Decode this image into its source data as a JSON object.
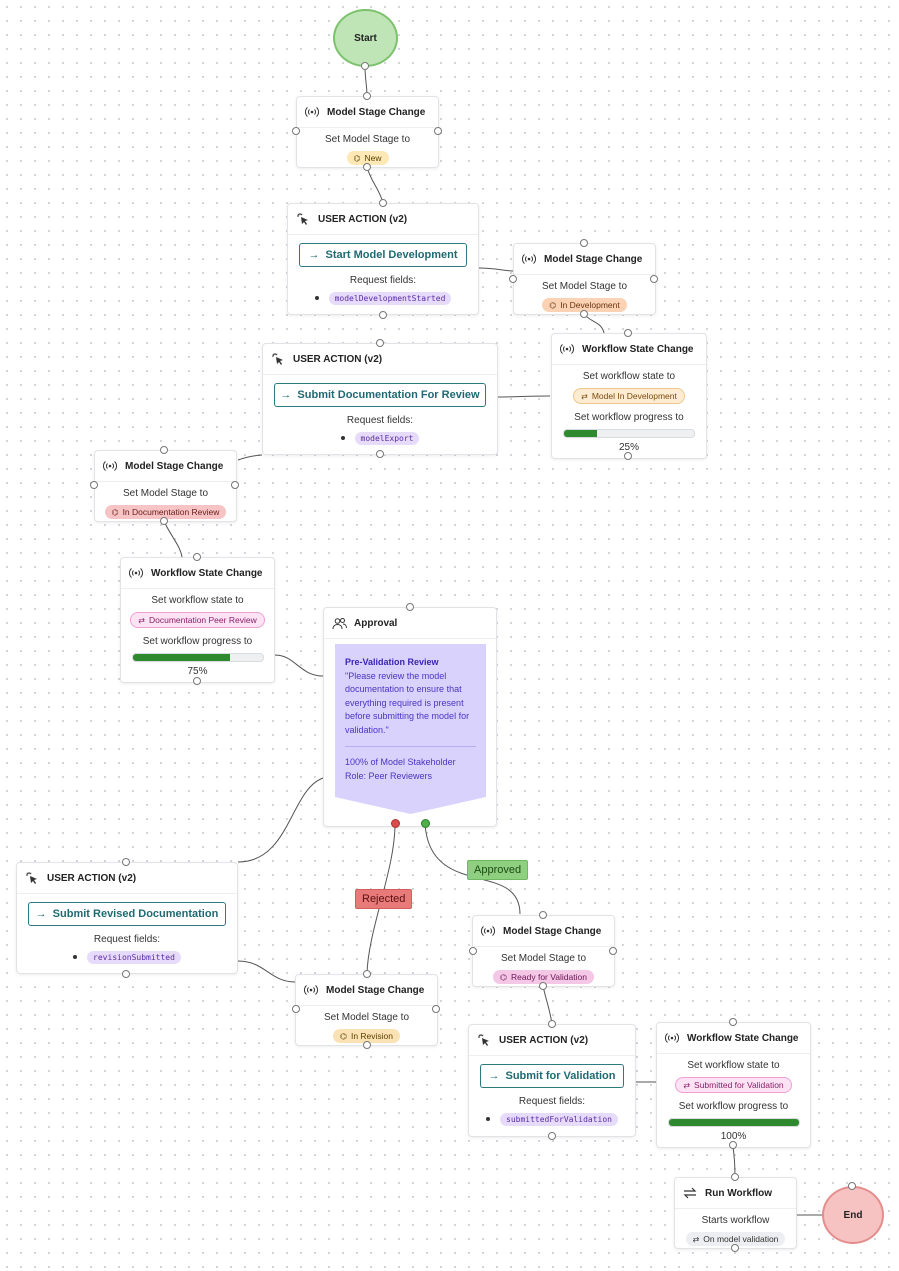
{
  "start": {
    "label": "Start"
  },
  "end": {
    "label": "End"
  },
  "msc1": {
    "title": "Model Stage Change",
    "text": "Set Model Stage to",
    "pill": "New"
  },
  "ua1": {
    "title": "USER ACTION (v2)",
    "button": "Start Model Development",
    "request_label": "Request fields:",
    "field": "modelDevelopmentStarted"
  },
  "msc2": {
    "title": "Model Stage Change",
    "text": "Set Model Stage to",
    "pill": "In Development"
  },
  "wsc1": {
    "title": "Workflow State Change",
    "state_label": "Set workflow state to",
    "state": "Model In Development",
    "progress_label": "Set workflow progress to",
    "progress": 25,
    "progress_text": "25%"
  },
  "ua2": {
    "title": "USER ACTION (v2)",
    "button": "Submit Documentation For Review",
    "request_label": "Request fields:",
    "field": "modelExport"
  },
  "msc3": {
    "title": "Model Stage Change",
    "text": "Set Model Stage to",
    "pill": "In Documentation Review"
  },
  "wsc2": {
    "title": "Workflow State Change",
    "state_label": "Set workflow state to",
    "state": "Documentation Peer Review",
    "progress_label": "Set workflow progress to",
    "progress": 75,
    "progress_text": "75%"
  },
  "approval": {
    "title": "Approval",
    "card_title": "Pre-Validation Review",
    "card_text": "\"Please review the model documentation to ensure that everything required is present before submitting the model for validation.\"",
    "card_footer": "100% of Model Stakeholder Role: Peer Reviewers"
  },
  "approved_label": "Approved",
  "rejected_label": "Rejected",
  "ua3": {
    "title": "USER ACTION (v2)",
    "button": "Submit Revised Documentation",
    "request_label": "Request fields:",
    "field": "revisionSubmitted"
  },
  "msc4": {
    "title": "Model Stage Change",
    "text": "Set Model Stage to",
    "pill": "In Revision"
  },
  "msc5": {
    "title": "Model Stage Change",
    "text": "Set Model Stage to",
    "pill": "Ready for Validation"
  },
  "ua4": {
    "title": "USER ACTION (v2)",
    "button": "Submit for Validation",
    "request_label": "Request fields:",
    "field": "submittedForValidation"
  },
  "wsc3": {
    "title": "Workflow State Change",
    "state_label": "Set workflow state to",
    "state": "Submitted for Validation",
    "progress_label": "Set workflow progress to",
    "progress": 100,
    "progress_text": "100%"
  },
  "run": {
    "title": "Run Workflow",
    "text": "Starts workflow",
    "pill": "On model validation"
  },
  "colors": {
    "accent": "#2b7b83",
    "progress": "#2f8a2f",
    "approval": "#d9d2fc"
  },
  "icons": {
    "stage": "broadcast-icon",
    "user_action": "pointer-click-icon",
    "approval": "people-icon",
    "run": "swap-arrows-icon",
    "state": "swap-icon"
  }
}
